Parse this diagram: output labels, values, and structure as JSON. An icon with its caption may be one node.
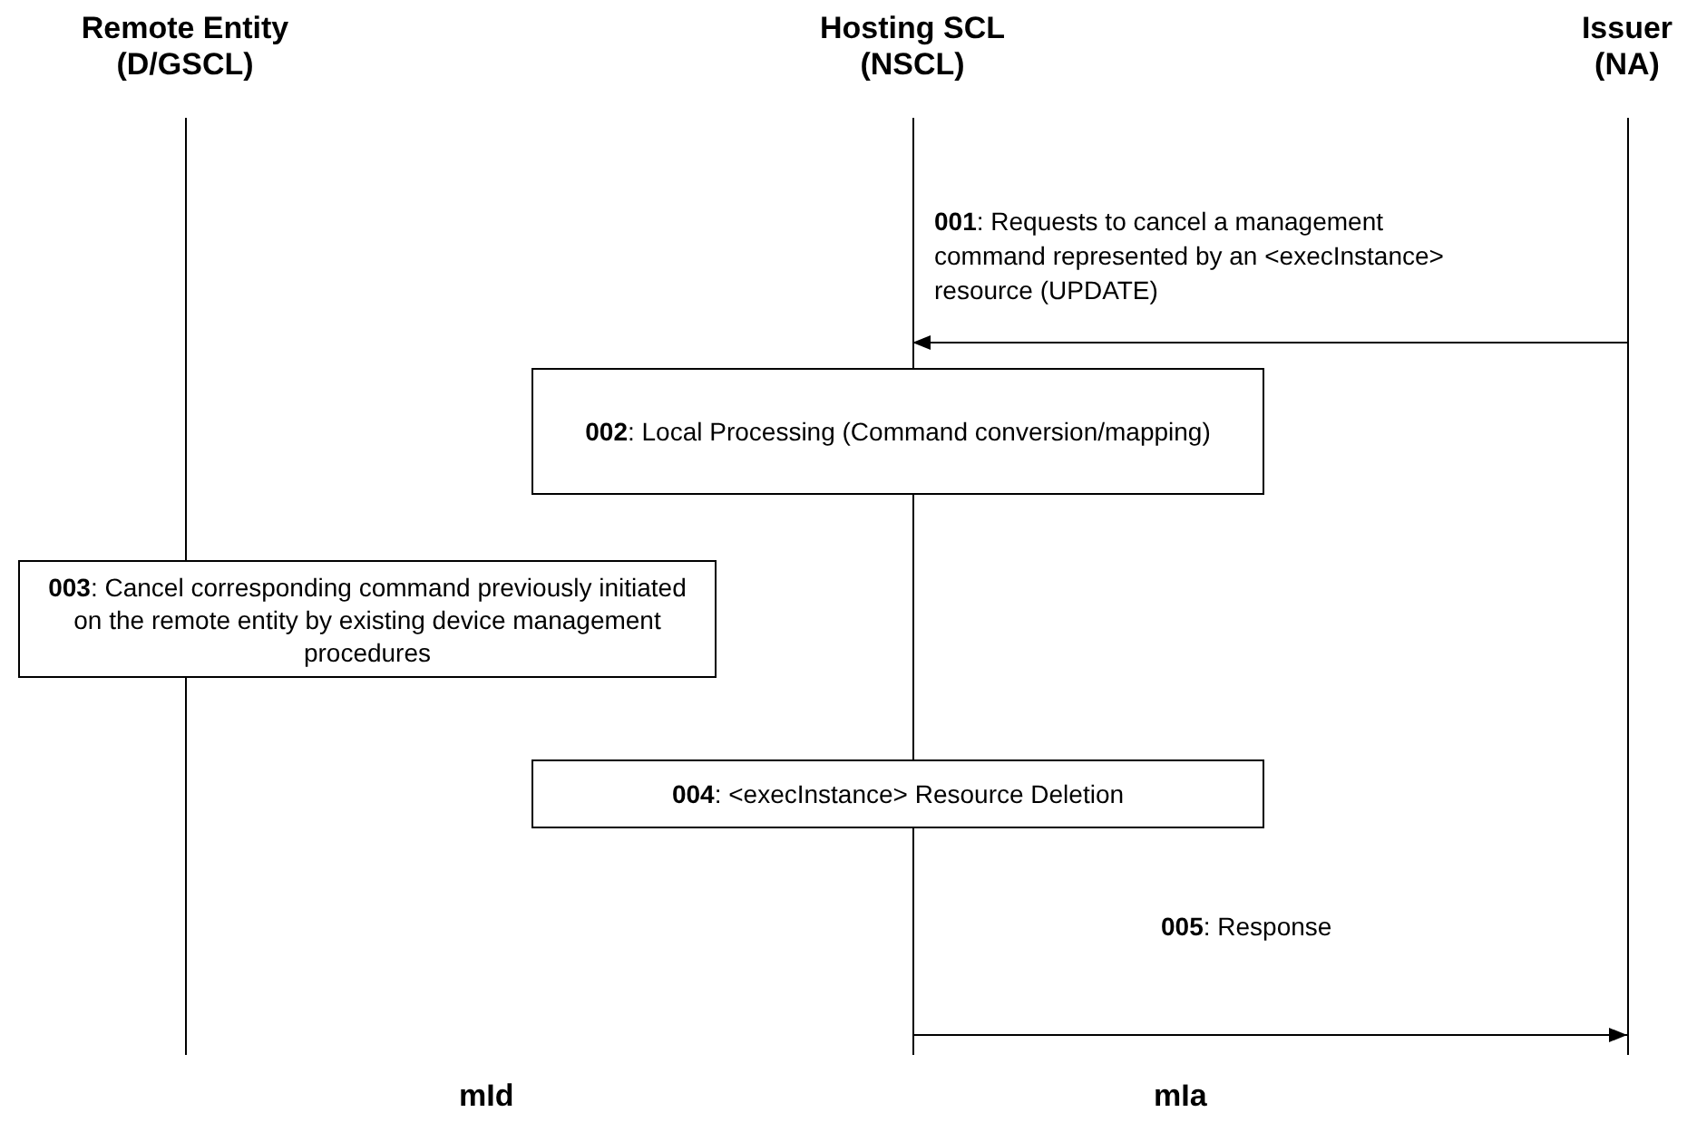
{
  "diagram": {
    "nodes": [
      {
        "text": [
          "Remote Entity (D/GSCL)"
        ]
      },
      {
        "text": [
          "Hosting SCL (NSCL)"
        ]
      },
      {
        "text": [
          "Issuer (NA)"
        ]
      },
      {
        "text": [
          "**002**: Local Processing (Command conversion/mapping)"
        ]
      },
      {
        "text": [
          "**003**: Cancel corresponding command previously initiated on the remote entity by existing device management procedures"
        ]
      },
      {
        "text": [
          "**004**: <execInstance> Resource Deletion"
        ]
      }
    ],
    "edges": [
      {
        "from": 2,
        "to": 1,
        "arrow": "to",
        "label": "**001**: Requests to cancel a management command represented by an <execInstance> resource (UPDATE)"
      },
      {
        "from": 1,
        "to": 2,
        "arrow": "to",
        "label": "**005**: Response"
      }
    ],
    "labels": [
      "mId",
      "mIa"
    ]
  }
}
